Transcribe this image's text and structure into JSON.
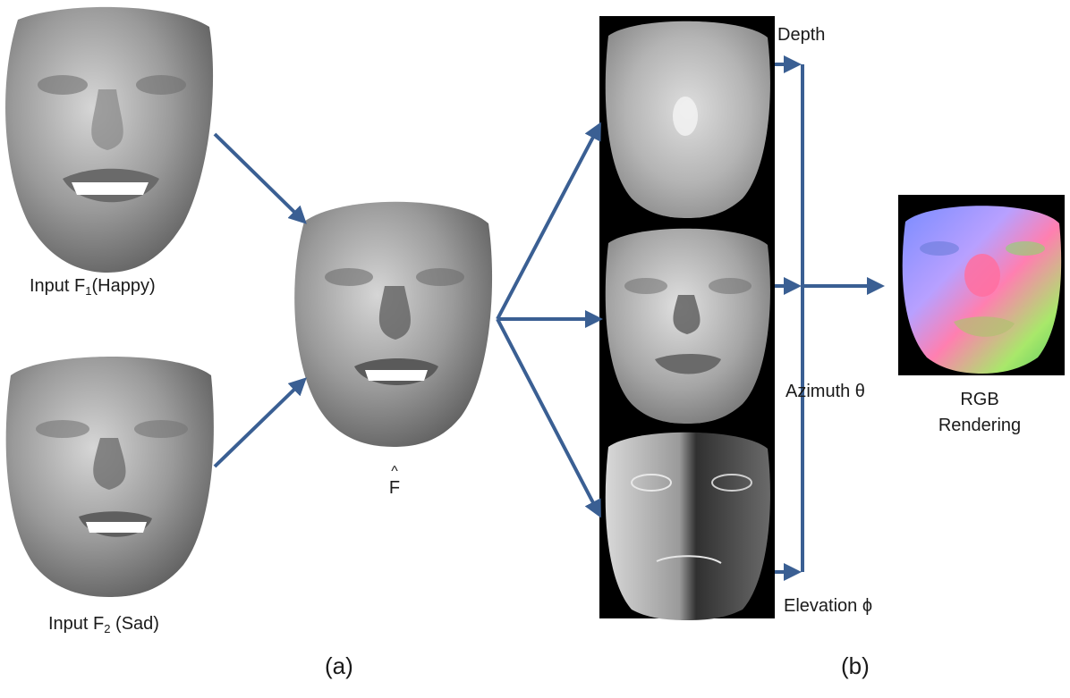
{
  "figure": {
    "panel_a": {
      "input1": {
        "prefix": "Input F",
        "sub": "1",
        "suffix": "(Happy)"
      },
      "input2": {
        "prefix": "Input F",
        "sub": "2",
        "suffix": " (Sad)"
      },
      "fused": {
        "hat": "^",
        "letter": "F"
      },
      "caption": "(a)"
    },
    "panel_b": {
      "channels": {
        "depth": "Depth",
        "azimuth": "Azimuth θ",
        "elevation": "Elevation ϕ"
      },
      "output": {
        "line1": "RGB",
        "line2": "Rendering"
      },
      "caption": "(b)"
    }
  },
  "colors": {
    "arrow": "#3a5f93",
    "face_gray": "#8c8c8c",
    "strip_bg": "#000000"
  }
}
